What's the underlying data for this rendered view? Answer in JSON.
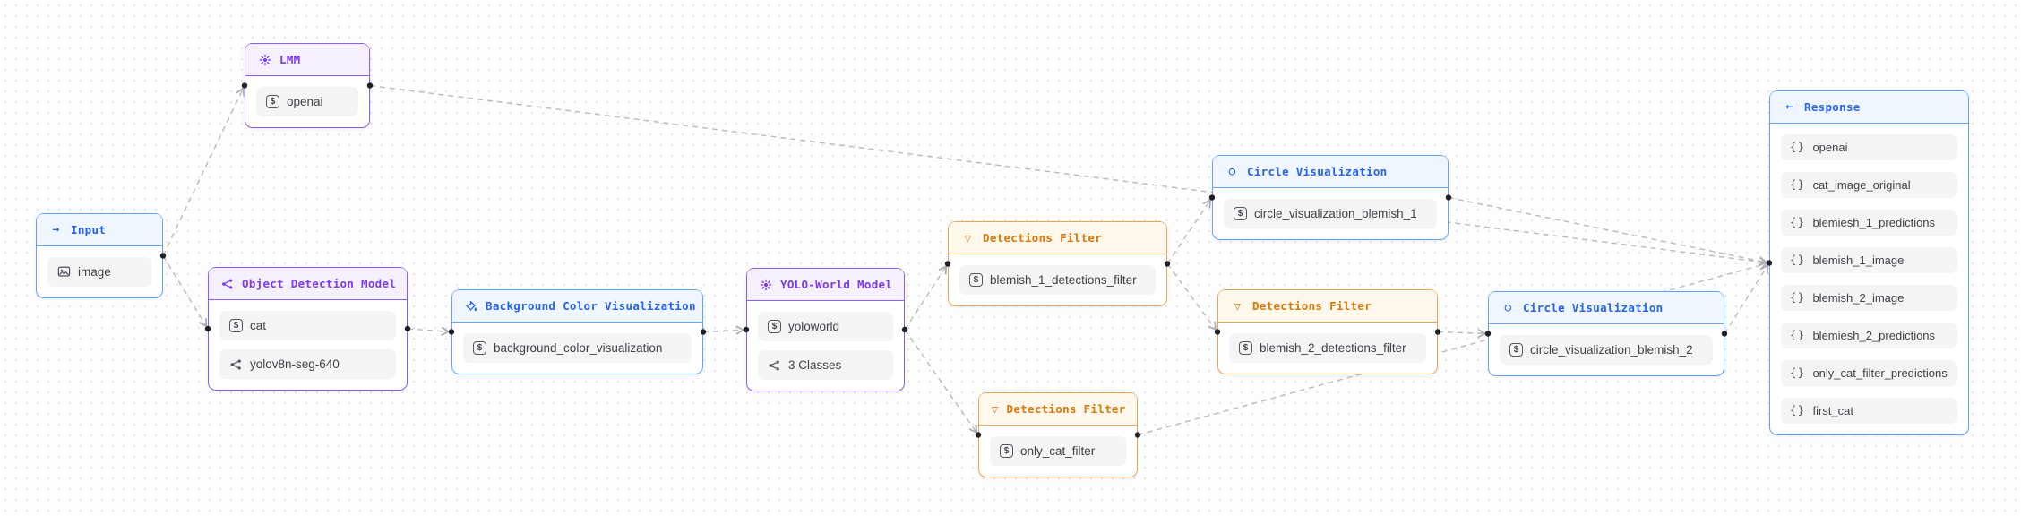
{
  "app": "workflow-graph-editor",
  "colors": {
    "purple_border": "#8b5cf6",
    "purple_text": "#7c3aed",
    "purple_bg": "#f5f0fe",
    "blue_border": "#60a5fa",
    "blue_text": "#2563eb",
    "blue_bg": "#eff6ff",
    "orange_border": "#e9a556",
    "orange_text": "#d97706",
    "orange_bg": "#fdf7ec",
    "item_bg": "#f4f4f5",
    "item_text": "#3f3f46",
    "edge": "#b8b8bf",
    "dot": "#1f2026"
  },
  "nodes": [
    {
      "id": "input",
      "type": "blue",
      "icon": "arrow-right-icon",
      "title": "Input",
      "items": [
        {
          "icon": "image-icon",
          "label": "image"
        }
      ]
    },
    {
      "id": "lmm",
      "type": "purple",
      "icon": "gear-icon",
      "title": "LMM",
      "items": [
        {
          "icon": "dollar-icon",
          "label": "openai"
        }
      ]
    },
    {
      "id": "odm",
      "type": "purple",
      "icon": "model-icon",
      "title": "Object Detection Model",
      "items": [
        {
          "icon": "dollar-icon",
          "label": "cat"
        },
        {
          "icon": "model-icon",
          "label": "yolov8n-seg-640"
        }
      ]
    },
    {
      "id": "bcv",
      "type": "blue",
      "icon": "paint-bucket-icon",
      "title": "Background Color Visualization",
      "items": [
        {
          "icon": "dollar-icon",
          "label": "background_color_visualization"
        }
      ]
    },
    {
      "id": "yolo",
      "type": "purple",
      "icon": "gear-icon",
      "title": "YOLO-World Model",
      "items": [
        {
          "icon": "dollar-icon",
          "label": "yoloworld"
        },
        {
          "icon": "model-icon",
          "label": "3 Classes"
        }
      ]
    },
    {
      "id": "df1",
      "type": "orange",
      "icon": "funnel-icon",
      "title": "Detections Filter",
      "items": [
        {
          "icon": "dollar-icon",
          "label": "blemish_1_detections_filter"
        }
      ]
    },
    {
      "id": "cv1",
      "type": "blue",
      "icon": "circle-icon",
      "title": "Circle Visualization",
      "items": [
        {
          "icon": "dollar-icon",
          "label": "circle_visualization_blemish_1"
        }
      ]
    },
    {
      "id": "df2",
      "type": "orange",
      "icon": "funnel-icon",
      "title": "Detections Filter",
      "items": [
        {
          "icon": "dollar-icon",
          "label": "blemish_2_detections_filter"
        }
      ]
    },
    {
      "id": "cv2",
      "type": "blue",
      "icon": "circle-icon",
      "title": "Circle Visualization",
      "items": [
        {
          "icon": "dollar-icon",
          "label": "circle_visualization_blemish_2"
        }
      ]
    },
    {
      "id": "df3",
      "type": "orange",
      "icon": "funnel-icon",
      "title": "Detections Filter",
      "items": [
        {
          "icon": "dollar-icon",
          "label": "only_cat_filter"
        }
      ]
    },
    {
      "id": "response",
      "type": "blue",
      "icon": "arrow-left-icon",
      "title": "Response",
      "items": [
        {
          "icon": "braces-icon",
          "label": "openai"
        },
        {
          "icon": "braces-icon",
          "label": "cat_image_original"
        },
        {
          "icon": "braces-icon",
          "label": "blemiesh_1_predictions"
        },
        {
          "icon": "braces-icon",
          "label": "blemish_1_image"
        },
        {
          "icon": "braces-icon",
          "label": "blemish_2_image"
        },
        {
          "icon": "braces-icon",
          "label": "blemiesh_2_predictions"
        },
        {
          "icon": "braces-icon",
          "label": "only_cat_filter_predictions"
        },
        {
          "icon": "braces-icon",
          "label": "first_cat"
        }
      ]
    }
  ],
  "edges": [
    {
      "from": "input",
      "to": "lmm"
    },
    {
      "from": "input",
      "to": "odm"
    },
    {
      "from": "lmm",
      "to": "response"
    },
    {
      "from": "odm",
      "to": "bcv"
    },
    {
      "from": "bcv",
      "to": "yolo"
    },
    {
      "from": "yolo",
      "to": "df1"
    },
    {
      "from": "yolo",
      "to": "df3"
    },
    {
      "from": "df1",
      "to": "cv1"
    },
    {
      "from": "df1",
      "to": "df2"
    },
    {
      "from": "df2",
      "to": "cv2"
    },
    {
      "from": "cv1",
      "to": "response"
    },
    {
      "from": "cv2",
      "to": "response"
    },
    {
      "from": "df3",
      "to": "response"
    }
  ]
}
